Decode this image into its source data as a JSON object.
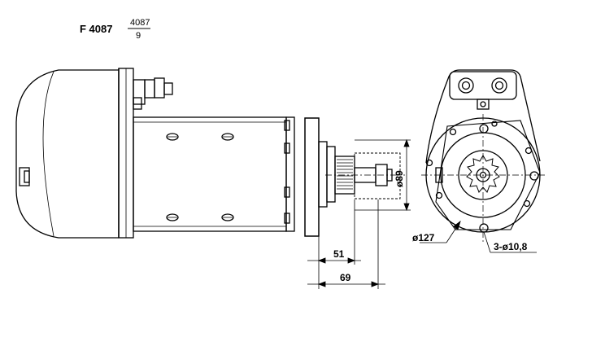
{
  "header": {
    "model": "F 4087",
    "fraction_top": "4087",
    "fraction_bottom": "9"
  },
  "dimensions": {
    "shaft_dia": "ø89",
    "length_short": "51",
    "length_long": "69",
    "flange_dia": "ø127",
    "holes": "3-ø10,8"
  },
  "colors": {
    "line": "#000000",
    "background": "#ffffff"
  }
}
